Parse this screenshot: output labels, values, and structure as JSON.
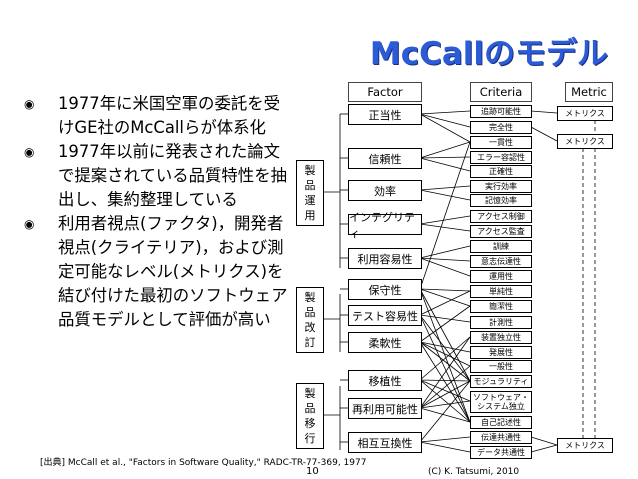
{
  "title": "McCallのモデル",
  "bullets": [
    "1977年に米国空軍の委託を受けGE社のMcCallらが体系化",
    "1977年以前に発表された論文で提案されている品質特性を抽出し、集約整理している",
    "利用者視点(ファクタ)，開発者視点(クライテリア)，および測定可能なレベル(メトリクス)を結び付けた最初のソフトウェア品質モデルとして評価が高い"
  ],
  "headers": {
    "factor": "Factor",
    "criteria": "Criteria",
    "metric": "Metric"
  },
  "groups": [
    {
      "label": "製品運用"
    },
    {
      "label": "製品改訂"
    },
    {
      "label": "製品移行"
    }
  ],
  "factors": [
    "正当性",
    "信頼性",
    "効率",
    "インテグリティ",
    "利用容易性",
    "保守性",
    "テスト容易性",
    "柔軟性",
    "移植性",
    "再利用可能性",
    "相互互換性"
  ],
  "criteria": [
    "追跡可能性",
    "完全性",
    "一貫性",
    "エラー容認性",
    "正確性",
    "実行効率",
    "記憶効率",
    "アクセス制御",
    "アクセス監査",
    "訓練",
    "意志伝達性",
    "運用性",
    "単純性",
    "簡潔性",
    "計測性",
    "装置独立性",
    "発展性",
    "一般性",
    "モジュラリティ",
    "ソフトウェア・システム独立",
    "自己記述性",
    "伝達共通性",
    "データ共通性"
  ],
  "metrics": [
    "メトリクス",
    "メトリクス",
    "メトリクス"
  ],
  "footer": {
    "source": "[出典] McCall et al., \"Factors in Software Quality,\" RADC-TR-77-369, 1977",
    "page": "10",
    "copyright": "(C) K. Tatsumi, 2010"
  }
}
